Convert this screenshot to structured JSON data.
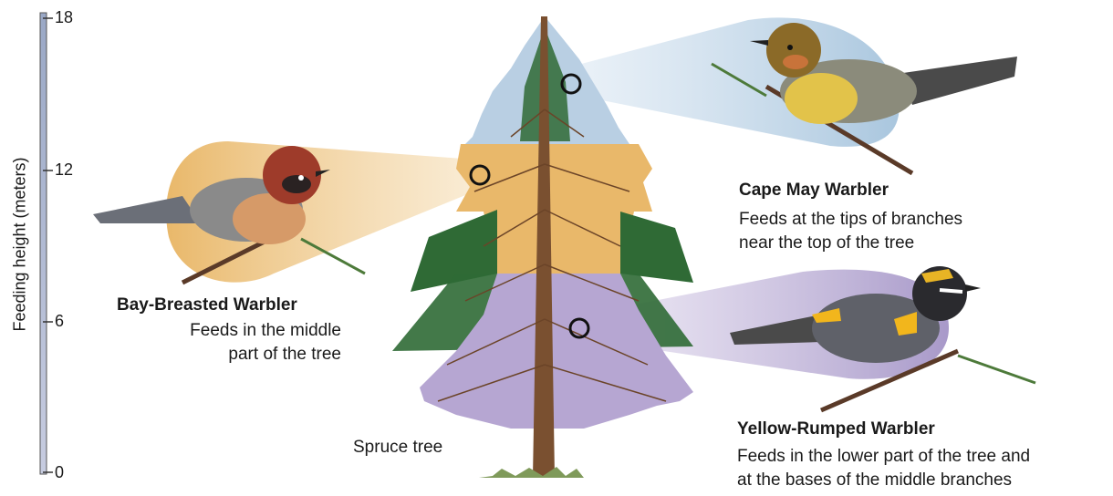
{
  "axis": {
    "title": "Feeding height (meters)",
    "ticks": [
      "18",
      "12",
      "6",
      "0"
    ]
  },
  "tree_label": "Spruce tree",
  "birds": [
    {
      "name": "Bay-Breasted Warbler",
      "description": [
        "Feeds in the middle",
        "part of the tree"
      ]
    },
    {
      "name": "Cape May Warbler",
      "description": [
        "Feeds at the tips of branches",
        "near the top of the tree"
      ]
    },
    {
      "name": "Yellow-Rumped Warbler",
      "description": [
        "Feeds in the lower part of the tree and",
        "at the bases of the middle branches"
      ]
    }
  ],
  "colors": {
    "upper_zone": "#b9cfe3",
    "middle_zone": "#e9b86a",
    "lower_zone": "#b6a6d2",
    "foliage": "#2f6a35",
    "trunk": "#7a5030"
  }
}
